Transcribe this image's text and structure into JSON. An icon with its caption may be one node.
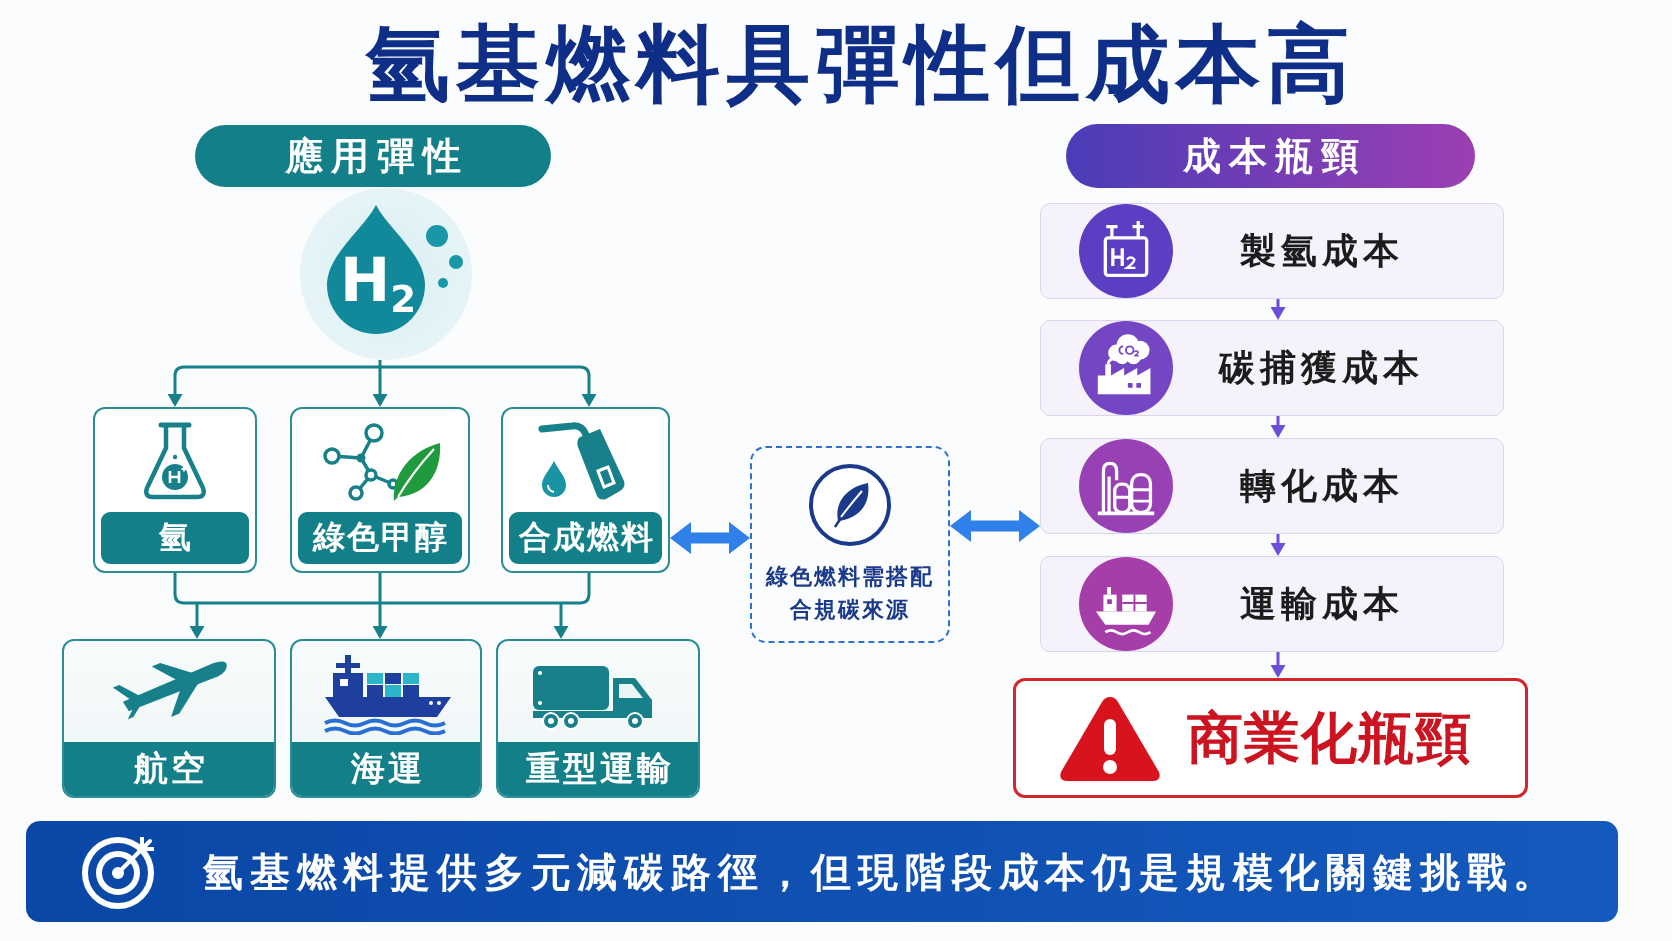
{
  "diagram": {
    "title": "氫基燃料具彈性但成本高",
    "nodes": [
      {
        "text": [
          "應用彈性"
        ]
      },
      {
        "text": [
          "H$_{2}$"
        ]
      },
      {
        "text": [
          "氫"
        ]
      },
      {
        "text": [
          "綠色甲醇"
        ]
      },
      {
        "text": [
          "合成燃料"
        ]
      },
      {
        "text": [
          "航空"
        ]
      },
      {
        "text": [
          "海運"
        ]
      },
      {
        "text": [
          "重型運輸"
        ]
      },
      {
        "text": [
          "綠色燃料需搭配合規碳來源"
        ]
      },
      {
        "text": [
          "成本瓶頸"
        ]
      },
      {
        "text": [
          "製氫成本"
        ]
      },
      {
        "text": [
          "碳捕獲成本"
        ]
      },
      {
        "text": [
          "轉化成本"
        ]
      },
      {
        "text": [
          "運輸成本"
        ]
      },
      {
        "text": [
          "商業化瓶頸"
        ]
      },
      {
        "text": [
          "氫基燃料提供多元減碳路徑，但現階段成本仍是規模化關鍵挑戰。"
        ]
      }
    ],
    "edges": [
      {
        "from": 1,
        "to": 2,
        "arrow": "to"
      },
      {
        "from": 1,
        "to": 3,
        "arrow": "to"
      },
      {
        "from": 1,
        "to": 4,
        "arrow": "to"
      },
      {
        "from": 2,
        "to": 5,
        "arrow": "to"
      },
      {
        "from": 2,
        "to": 6,
        "arrow": "to"
      },
      {
        "from": 2,
        "to": 7,
        "arrow": "to"
      },
      {
        "from": 3,
        "to": 5,
        "arrow": "to"
      },
      {
        "from": 3,
        "to": 6,
        "arrow": "to"
      },
      {
        "from": 3,
        "to": 7,
        "arrow": "to"
      },
      {
        "from": 4,
        "to": 5,
        "arrow": "to"
      },
      {
        "from": 4,
        "to": 6,
        "arrow": "to"
      },
      {
        "from": 4,
        "to": 7,
        "arrow": "to"
      },
      {
        "from": 4,
        "to": 8,
        "arrow": "both",
        "style": "thick",
        "color": "#2f80e8"
      },
      {
        "from": 8,
        "to": 12,
        "arrow": "both",
        "style": "thick",
        "color": "#2f80e8"
      },
      {
        "from": 10,
        "to": 11,
        "arrow": "to",
        "color": "#6c4fd8"
      },
      {
        "from": 11,
        "to": 12,
        "arrow": "to",
        "color": "#6c4fd8"
      },
      {
        "from": 12,
        "to": 13,
        "arrow": "to",
        "color": "#6c4fd8"
      },
      {
        "from": 13,
        "to": 14,
        "arrow": "to",
        "color": "#6c4fd8"
      }
    ]
  }
}
